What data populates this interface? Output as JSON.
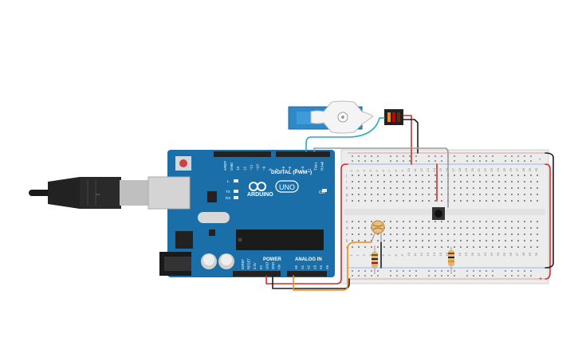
{
  "arduino": {
    "logo_text": "ARDUINO",
    "model": "UNO",
    "digital_label": "DIGITAL (PWM~)",
    "power_label": "POWER",
    "analog_label": "ANALOG IN",
    "on_label": "ON",
    "led_labels": [
      "L",
      "TX",
      "RX"
    ],
    "top_pins": [
      "AREF",
      "GND",
      "13",
      "12",
      "~11",
      "~10",
      "~9",
      "8",
      "7",
      "~6",
      "~5",
      "4",
      "~3",
      "2",
      "TX▸1",
      "RX◂0"
    ],
    "power_pins": [
      "IOREF",
      "RESET",
      "3.3V",
      "5V",
      "GND",
      "GND",
      "Vin"
    ],
    "analog_pins": [
      "A0",
      "A1",
      "A2",
      "A3",
      "A4",
      "A5"
    ]
  },
  "breadboard": {
    "columns": [
      "1",
      "2",
      "3",
      "4",
      "5",
      "6",
      "7",
      "8",
      "9",
      "10",
      "11",
      "12",
      "13",
      "14",
      "15",
      "16",
      "17",
      "18",
      "19",
      "20",
      "21",
      "22",
      "23",
      "24",
      "25",
      "26",
      "27",
      "28",
      "29",
      "30"
    ],
    "rows_top": [
      "j",
      "i",
      "h",
      "g",
      "f"
    ],
    "rows_bottom": [
      "e",
      "d",
      "c",
      "b",
      "a"
    ],
    "rail_minus": "-",
    "rail_plus": "+"
  },
  "colors": {
    "board": "#1a6fa8",
    "board_dark": "#0f4f80",
    "wire_red": "#d42a2a",
    "wire_black": "#1e1e1e",
    "wire_orange": "#f08a1c",
    "wire_teal": "#2aa8c4",
    "wire_gray": "#9a9a9a",
    "servo": "#2f88c8",
    "breadboard": "#ededed"
  }
}
